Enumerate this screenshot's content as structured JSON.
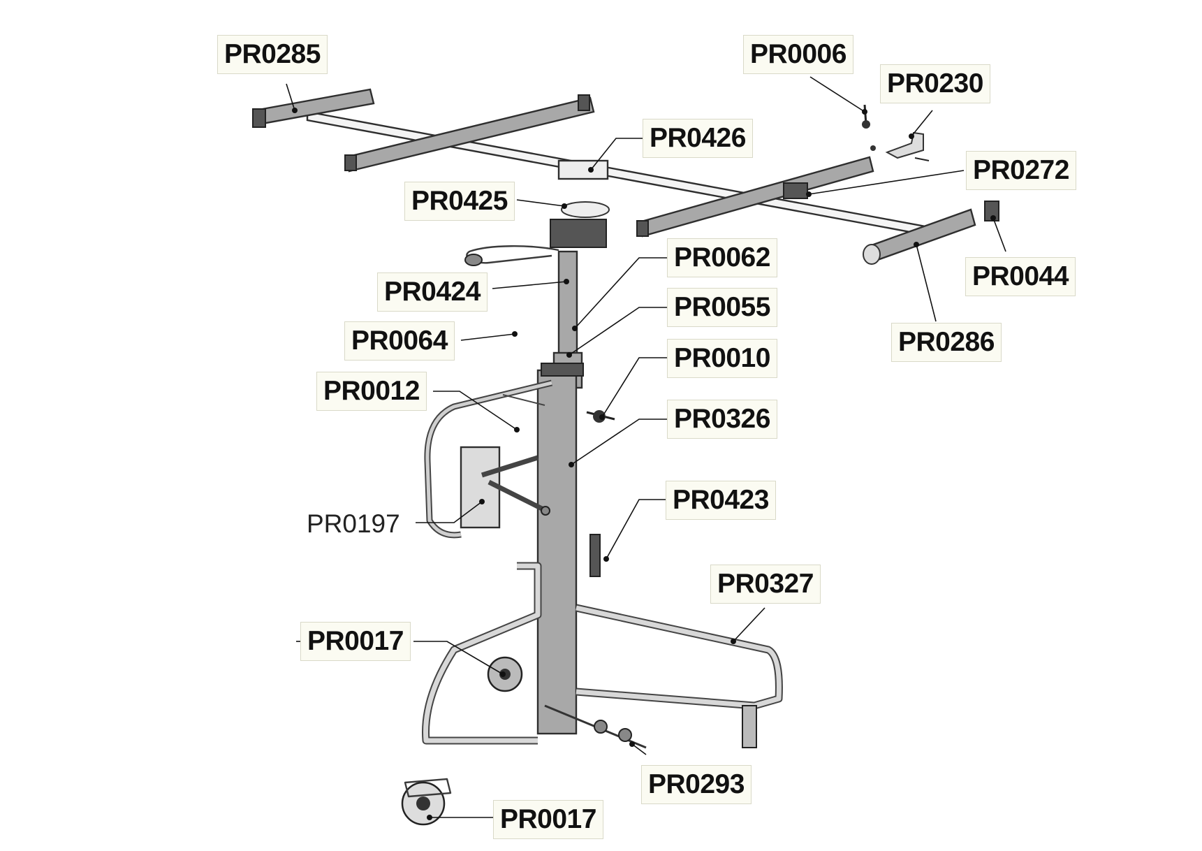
{
  "diagram": {
    "labels": [
      {
        "id": "pr0285",
        "text": "PR0285"
      },
      {
        "id": "pr0006",
        "text": "PR0006"
      },
      {
        "id": "pr0230",
        "text": "PR0230"
      },
      {
        "id": "pr0426",
        "text": "PR0426"
      },
      {
        "id": "pr0272",
        "text": "PR0272"
      },
      {
        "id": "pr0425",
        "text": "PR0425"
      },
      {
        "id": "pr0044",
        "text": "PR0044"
      },
      {
        "id": "pr0062",
        "text": "PR0062"
      },
      {
        "id": "pr0424",
        "text": "PR0424"
      },
      {
        "id": "pr0055",
        "text": "PR0055"
      },
      {
        "id": "pr0286",
        "text": "PR0286"
      },
      {
        "id": "pr0064",
        "text": "PR0064"
      },
      {
        "id": "pr0010",
        "text": "PR0010"
      },
      {
        "id": "pr0012",
        "text": "PR0012"
      },
      {
        "id": "pr0326",
        "text": "PR0326"
      },
      {
        "id": "pr0197",
        "text": "PR0197"
      },
      {
        "id": "pr0423",
        "text": "PR0423"
      },
      {
        "id": "pr0327",
        "text": "PR0327"
      },
      {
        "id": "pr0017a",
        "text": "PR0017"
      },
      {
        "id": "pr0293",
        "text": "PR0293"
      },
      {
        "id": "pr0017b",
        "text": "PR0017"
      }
    ]
  }
}
